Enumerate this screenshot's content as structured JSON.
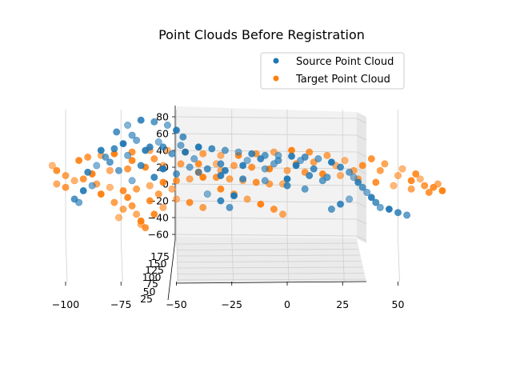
{
  "chart_data": {
    "type": "scatter",
    "title": "Point Clouds Before Registration",
    "xlabel": "",
    "ylabel": "",
    "zlabel": "",
    "legend": "top-right",
    "grid": true,
    "x_ticks": [
      "−100",
      "−75",
      "−50",
      "−25",
      "0",
      "25",
      "50"
    ],
    "y_ticks": [
      "25",
      "50",
      "75",
      "100",
      "125",
      "150",
      "175"
    ],
    "z_ticks": [
      "80",
      "60",
      "40",
      "20",
      "0",
      "−20",
      "−40",
      "−60"
    ],
    "xlim": [
      -110,
      72
    ],
    "zlim": [
      -72,
      92
    ],
    "series": [
      {
        "name": "Source Point Cloud",
        "color": "#1f77b4",
        "points": [
          [
            -72,
            70
          ],
          [
            -66,
            76
          ],
          [
            -60,
            74
          ],
          [
            -54,
            70
          ],
          [
            -50,
            64
          ],
          [
            -47,
            56
          ],
          [
            -70,
            58
          ],
          [
            -74,
            48
          ],
          [
            -78,
            42
          ],
          [
            -82,
            32
          ],
          [
            -86,
            22
          ],
          [
            -90,
            14
          ],
          [
            -80,
            26
          ],
          [
            -72,
            34
          ],
          [
            -64,
            40
          ],
          [
            -56,
            44
          ],
          [
            -48,
            46
          ],
          [
            -40,
            44
          ],
          [
            -34,
            42
          ],
          [
            -28,
            40
          ],
          [
            -22,
            38
          ],
          [
            -16,
            36
          ],
          [
            -10,
            34
          ],
          [
            -4,
            34
          ],
          [
            2,
            33
          ],
          [
            8,
            32
          ],
          [
            14,
            30
          ],
          [
            20,
            26
          ],
          [
            24,
            20
          ],
          [
            28,
            14
          ],
          [
            30,
            8
          ],
          [
            32,
            2
          ],
          [
            34,
            -4
          ],
          [
            36,
            -10
          ],
          [
            38,
            -16
          ],
          [
            40,
            -22
          ],
          [
            42,
            -28
          ],
          [
            46,
            -30
          ],
          [
            50,
            -34
          ],
          [
            54,
            -37
          ],
          [
            28,
            -18
          ],
          [
            24,
            -24
          ],
          [
            20,
            -30
          ],
          [
            -10,
            18
          ],
          [
            -20,
            22
          ],
          [
            -30,
            24
          ],
          [
            -44,
            20
          ],
          [
            -56,
            18
          ],
          [
            -66,
            22
          ],
          [
            -76,
            16
          ],
          [
            -70,
            4
          ],
          [
            -60,
            8
          ],
          [
            -50,
            12
          ],
          [
            -40,
            14
          ],
          [
            -30,
            10
          ],
          [
            -20,
            6
          ],
          [
            -10,
            4
          ],
          [
            0,
            6
          ],
          [
            10,
            10
          ],
          [
            18,
            8
          ],
          [
            -36,
            -12
          ],
          [
            -30,
            -20
          ],
          [
            -26,
            -28
          ],
          [
            -88,
            -2
          ],
          [
            -92,
            -8
          ],
          [
            -96,
            -18
          ],
          [
            -6,
            24
          ],
          [
            4,
            22
          ],
          [
            12,
            18
          ],
          [
            16,
            4
          ],
          [
            -58,
            50
          ],
          [
            -62,
            44
          ],
          [
            -52,
            36
          ],
          [
            -42,
            30
          ],
          [
            -84,
            40
          ],
          [
            -77,
            62
          ],
          [
            -68,
            52
          ],
          [
            -46,
            38
          ],
          [
            0,
            -2
          ],
          [
            8,
            -6
          ],
          [
            -18,
            28
          ],
          [
            -12,
            30
          ],
          [
            -4,
            28
          ],
          [
            6,
            28
          ],
          [
            -28,
            16
          ],
          [
            -36,
            18
          ],
          [
            -94,
            -22
          ],
          [
            -24,
            -14
          ]
        ]
      },
      {
        "name": "Target Point Cloud",
        "color": "#ff7f0e",
        "points": [
          [
            -106,
            22
          ],
          [
            -104,
            16
          ],
          [
            -100,
            10
          ],
          [
            -96,
            4
          ],
          [
            -94,
            28
          ],
          [
            -90,
            32
          ],
          [
            -84,
            34
          ],
          [
            -78,
            36
          ],
          [
            -70,
            38
          ],
          [
            -62,
            40
          ],
          [
            -54,
            40
          ],
          [
            -46,
            38
          ],
          [
            -38,
            36
          ],
          [
            -30,
            34
          ],
          [
            -22,
            34
          ],
          [
            -14,
            36
          ],
          [
            -6,
            38
          ],
          [
            2,
            40
          ],
          [
            10,
            38
          ],
          [
            18,
            34
          ],
          [
            26,
            28
          ],
          [
            34,
            22
          ],
          [
            42,
            16
          ],
          [
            50,
            10
          ],
          [
            56,
            4
          ],
          [
            62,
            -2
          ],
          [
            68,
            0
          ],
          [
            70,
            -8
          ],
          [
            64,
            -10
          ],
          [
            56,
            -6
          ],
          [
            48,
            -2
          ],
          [
            40,
            2
          ],
          [
            32,
            6
          ],
          [
            24,
            10
          ],
          [
            16,
            12
          ],
          [
            8,
            14
          ],
          [
            0,
            16
          ],
          [
            -8,
            18
          ],
          [
            -16,
            20
          ],
          [
            -24,
            22
          ],
          [
            -32,
            24
          ],
          [
            -40,
            24
          ],
          [
            -48,
            24
          ],
          [
            -56,
            22
          ],
          [
            -64,
            20
          ],
          [
            -72,
            18
          ],
          [
            -80,
            16
          ],
          [
            -88,
            12
          ],
          [
            -92,
            6
          ],
          [
            -86,
            0
          ],
          [
            -80,
            -4
          ],
          [
            -74,
            -8
          ],
          [
            -68,
            -6
          ],
          [
            -62,
            -2
          ],
          [
            -56,
            2
          ],
          [
            -50,
            4
          ],
          [
            -44,
            6
          ],
          [
            -38,
            8
          ],
          [
            -32,
            8
          ],
          [
            -26,
            6
          ],
          [
            -20,
            4
          ],
          [
            -14,
            2
          ],
          [
            -8,
            0
          ],
          [
            -2,
            0
          ],
          [
            -72,
            -16
          ],
          [
            -70,
            -26
          ],
          [
            -68,
            -36
          ],
          [
            -66,
            -44
          ],
          [
            -64,
            -52
          ],
          [
            -74,
            -30
          ],
          [
            -76,
            -40
          ],
          [
            -62,
            -20
          ],
          [
            -58,
            -12
          ],
          [
            -52,
            -6
          ],
          [
            -30,
            -6
          ],
          [
            -24,
            -12
          ],
          [
            -18,
            -18
          ],
          [
            -12,
            -24
          ],
          [
            -6,
            -30
          ],
          [
            -2,
            -36
          ],
          [
            -50,
            -18
          ],
          [
            -44,
            -22
          ],
          [
            -38,
            -28
          ],
          [
            -56,
            -28
          ],
          [
            -60,
            -36
          ],
          [
            -100,
            -4
          ],
          [
            -104,
            0
          ],
          [
            -84,
            -12
          ],
          [
            38,
            30
          ],
          [
            44,
            24
          ],
          [
            52,
            18
          ],
          [
            58,
            12
          ],
          [
            12,
            26
          ],
          [
            22,
            22
          ],
          [
            -70,
            28
          ],
          [
            -60,
            30
          ],
          [
            -30,
            16
          ],
          [
            -40,
            14
          ],
          [
            4,
            24
          ],
          [
            30,
            16
          ],
          [
            60,
            6
          ],
          [
            66,
            -4
          ],
          [
            -78,
            -22
          ],
          [
            -66,
            -48
          ]
        ]
      }
    ]
  }
}
